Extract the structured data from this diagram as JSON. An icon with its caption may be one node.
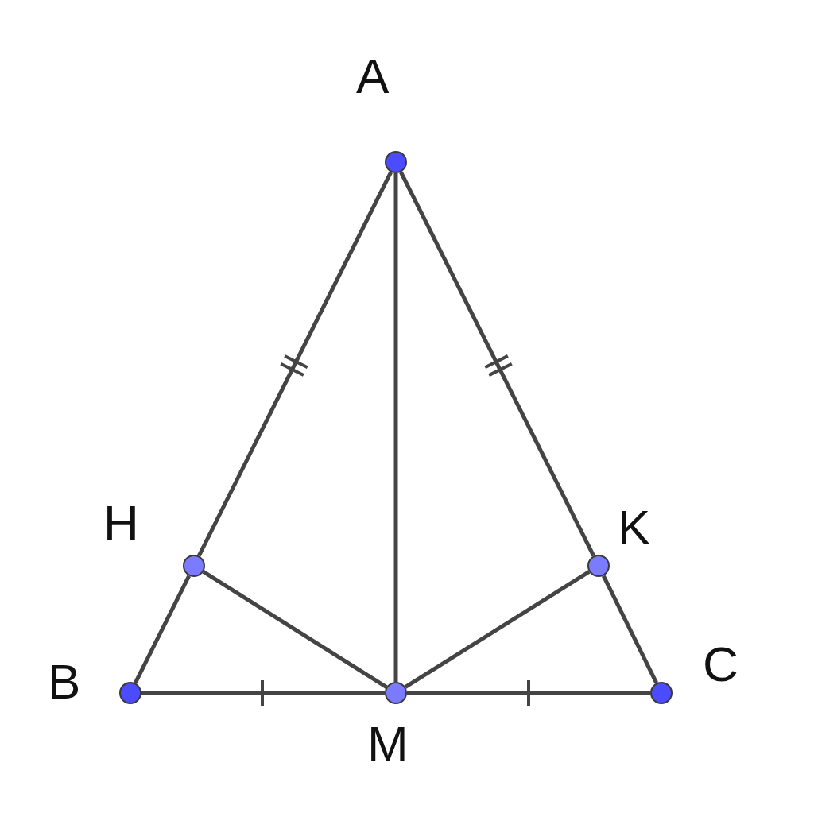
{
  "diagram": {
    "nodes": [
      {
        "text": [
          "A"
        ]
      },
      {
        "text": [
          "H"
        ]
      },
      {
        "text": [
          "K"
        ]
      },
      {
        "text": [
          "B"
        ]
      },
      {
        "text": [
          "M"
        ]
      },
      {
        "text": [
          "C"
        ]
      }
    ],
    "edges": [
      {
        "from": 0,
        "to": 1,
        "arrow": "none"
      },
      {
        "from": 1,
        "to": 3,
        "arrow": "none"
      },
      {
        "from": 0,
        "to": 2,
        "arrow": "none"
      },
      {
        "from": 2,
        "to": 5,
        "arrow": "none"
      },
      {
        "from": 0,
        "to": 4,
        "arrow": "none"
      },
      {
        "from": 3,
        "to": 4,
        "arrow": "none"
      },
      {
        "from": 4,
        "to": 5,
        "arrow": "none"
      },
      {
        "from": 1,
        "to": 4,
        "arrow": "none"
      },
      {
        "from": 2,
        "to": 4,
        "arrow": "none"
      }
    ]
  }
}
